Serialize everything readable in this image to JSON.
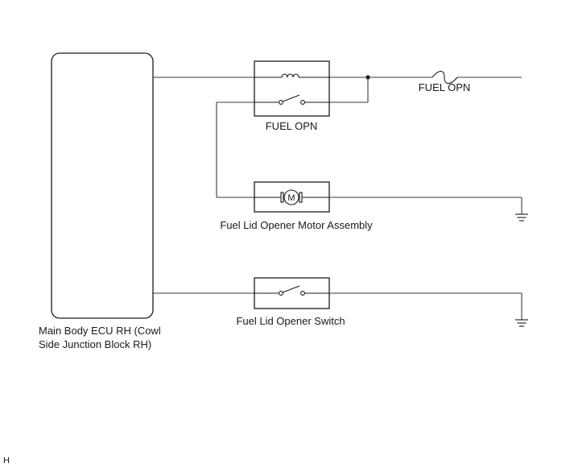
{
  "components": {
    "ecu": {
      "label_line1": "Main Body ECU RH (Cowl",
      "label_line2": "Side Junction Block RH)"
    },
    "relay": {
      "label": "FUEL OPN"
    },
    "fuse": {
      "label": "FUEL OPN"
    },
    "motor": {
      "label": "Fuel Lid Opener Motor Assembly",
      "symbol_text": "M"
    },
    "switch": {
      "label": "Fuel Lid Opener Switch"
    }
  },
  "corner_mark": "H"
}
